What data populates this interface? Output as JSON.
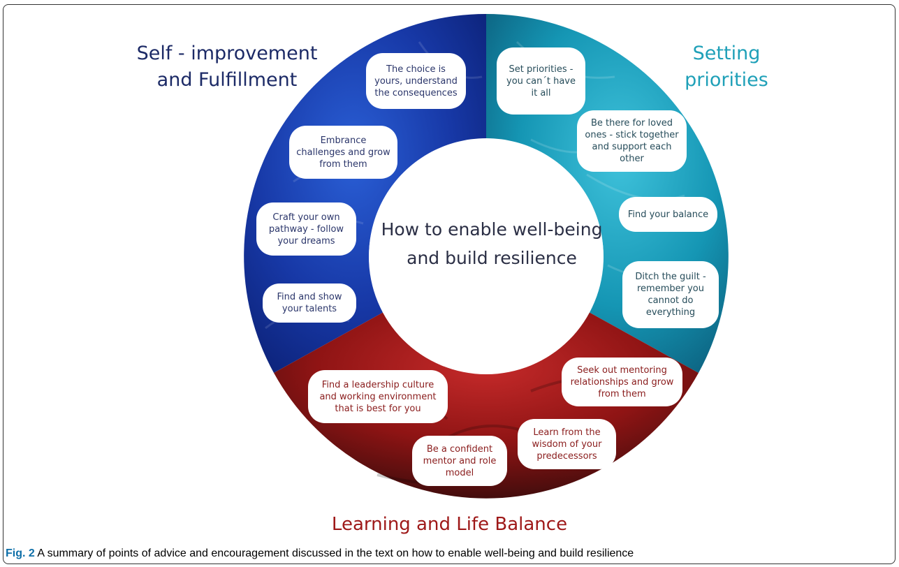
{
  "diagram": {
    "center_text": "How to enable well-being and build resilience",
    "colors": {
      "self": "#1a3fa8",
      "setting": "#1595b2",
      "learning": "#a31c1c"
    },
    "sections": {
      "self": {
        "title_line1": "Self - improvement",
        "title_line2": "and Fulfillment",
        "items": [
          "The choice is yours, understand the consequences",
          "Embrance challenges and grow from them",
          "Craft your own pathway - follow your dreams",
          "Find and show your talents"
        ]
      },
      "setting": {
        "title_line1": "Setting",
        "title_line2": "priorities",
        "items": [
          "Set priorities - you can´t have it all",
          "Be there for loved ones - stick together and support each other",
          "Find your balance",
          "Ditch the guilt - remember you cannot do everything"
        ]
      },
      "learning": {
        "title": "Learning and Life Balance",
        "items": [
          "Seek out mentoring relationships and grow from them",
          "Learn from the wisdom of your predecessors",
          "Be a confident mentor and role model",
          "Find a leadership culture and working environment that is best for you"
        ]
      }
    }
  },
  "caption": {
    "label": "Fig. 2",
    "text": " A summary of points of advice and encouragement discussed in the text on how to enable well-being and build resilience"
  }
}
